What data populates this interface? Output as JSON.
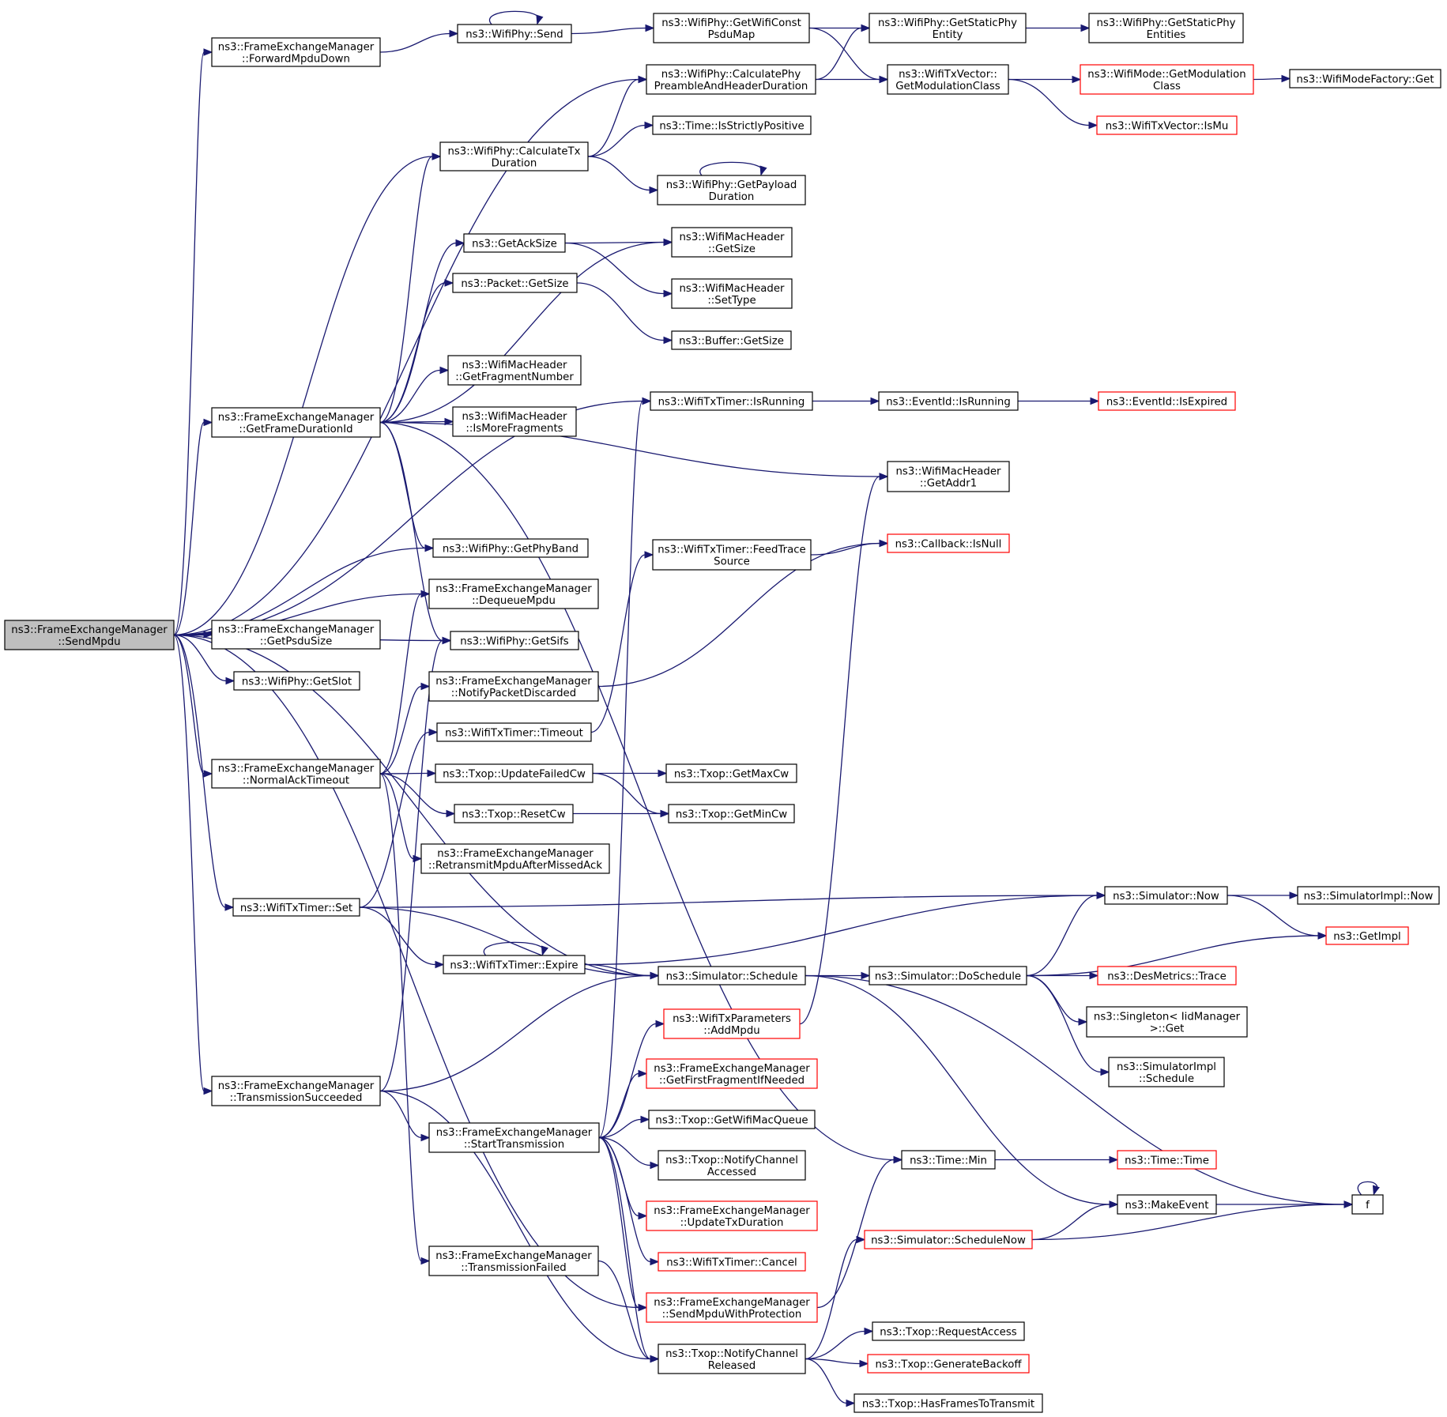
{
  "colors": {
    "edge": "#191970",
    "node_border": "#000000",
    "node_border_external": "#ff0000",
    "root_fill": "#bfbfbf"
  },
  "nodes": [
    {
      "id": "sendmpdu",
      "lines": [
        "ns3::FrameExchangeManager",
        "::SendMpdu"
      ],
      "style": "root"
    },
    {
      "id": "forwardmpdudown",
      "lines": [
        "ns3::FrameExchangeManager",
        "::ForwardMpduDown"
      ]
    },
    {
      "id": "getframedurationid",
      "lines": [
        "ns3::FrameExchangeManager",
        "::GetFrameDurationId"
      ]
    },
    {
      "id": "getpsdusize",
      "lines": [
        "ns3::FrameExchangeManager",
        "::GetPsduSize"
      ]
    },
    {
      "id": "getslot",
      "lines": [
        "ns3::WifiPhy::GetSlot"
      ]
    },
    {
      "id": "normalacktimeout",
      "lines": [
        "ns3::FrameExchangeManager",
        "::NormalAckTimeout"
      ]
    },
    {
      "id": "txtimer_set",
      "lines": [
        "ns3::WifiTxTimer::Set"
      ]
    },
    {
      "id": "transmissionsucceeded",
      "lines": [
        "ns3::FrameExchangeManager",
        "::TransmissionSucceeded"
      ]
    },
    {
      "id": "phy_send",
      "lines": [
        "ns3::WifiPhy::Send"
      ]
    },
    {
      "id": "calctxduration",
      "lines": [
        "ns3::WifiPhy::CalculateTx",
        "Duration"
      ]
    },
    {
      "id": "getacksize",
      "lines": [
        "ns3::GetAckSize"
      ]
    },
    {
      "id": "packet_getsize",
      "lines": [
        "ns3::Packet::GetSize"
      ]
    },
    {
      "id": "getfragmentnumber",
      "lines": [
        "ns3::WifiMacHeader",
        "::GetFragmentNumber"
      ]
    },
    {
      "id": "ismorefragments",
      "lines": [
        "ns3::WifiMacHeader",
        "::IsMoreFragments"
      ]
    },
    {
      "id": "getphyband",
      "lines": [
        "ns3::WifiPhy::GetPhyBand"
      ]
    },
    {
      "id": "dequeuempdu",
      "lines": [
        "ns3::FrameExchangeManager",
        "::DequeueMpdu"
      ]
    },
    {
      "id": "getsifs",
      "lines": [
        "ns3::WifiPhy::GetSifs"
      ]
    },
    {
      "id": "notifypacketdiscarded",
      "lines": [
        "ns3::FrameExchangeManager",
        "::NotifyPacketDiscarded"
      ]
    },
    {
      "id": "txtimer_timeout",
      "lines": [
        "ns3::WifiTxTimer::Timeout"
      ]
    },
    {
      "id": "updatefailedcw",
      "lines": [
        "ns3::Txop::UpdateFailedCw"
      ]
    },
    {
      "id": "resetcw",
      "lines": [
        "ns3::Txop::ResetCw"
      ]
    },
    {
      "id": "retransmitmpdu",
      "lines": [
        "ns3::FrameExchangeManager",
        "::RetransmitMpduAfterMissedAck"
      ]
    },
    {
      "id": "txtimer_expire",
      "lines": [
        "ns3::WifiTxTimer::Expire"
      ]
    },
    {
      "id": "starttransmission",
      "lines": [
        "ns3::FrameExchangeManager",
        "::StartTransmission"
      ]
    },
    {
      "id": "transmissionfailed",
      "lines": [
        "ns3::FrameExchangeManager",
        "::TransmissionFailed"
      ]
    },
    {
      "id": "getwificonstpsdumap",
      "lines": [
        "ns3::WifiPhy::GetWifiConst",
        "PsduMap"
      ]
    },
    {
      "id": "calcpreamble",
      "lines": [
        "ns3::WifiPhy::CalculatePhy",
        "PreambleAndHeaderDuration"
      ]
    },
    {
      "id": "isstrictlypositive",
      "lines": [
        "ns3::Time::IsStrictlyPositive"
      ]
    },
    {
      "id": "getpayloadduration",
      "lines": [
        "ns3::WifiPhy::GetPayload",
        "Duration"
      ]
    },
    {
      "id": "machdr_getsize",
      "lines": [
        "ns3::WifiMacHeader",
        "::GetSize"
      ]
    },
    {
      "id": "machdr_settype",
      "lines": [
        "ns3::WifiMacHeader",
        "::SetType"
      ]
    },
    {
      "id": "buffer_getsize",
      "lines": [
        "ns3::Buffer::GetSize"
      ]
    },
    {
      "id": "txtimer_isrunning",
      "lines": [
        "ns3::WifiTxTimer::IsRunning"
      ]
    },
    {
      "id": "feedtracesource",
      "lines": [
        "ns3::WifiTxTimer::FeedTrace",
        "Source"
      ]
    },
    {
      "id": "gettxopmaxcw",
      "lines": [
        "ns3::Txop::GetMaxCw"
      ]
    },
    {
      "id": "gettxopmincw",
      "lines": [
        "ns3::Txop::GetMinCw"
      ]
    },
    {
      "id": "sim_schedule",
      "lines": [
        "ns3::Simulator::Schedule"
      ]
    },
    {
      "id": "addmpdu",
      "lines": [
        "ns3::WifiTxParameters",
        "::AddMpdu"
      ],
      "style": "red"
    },
    {
      "id": "getfirstfragment",
      "lines": [
        "ns3::FrameExchangeManager",
        "::GetFirstFragmentIfNeeded"
      ],
      "style": "red"
    },
    {
      "id": "getwifimacqueue",
      "lines": [
        "ns3::Txop::GetWifiMacQueue"
      ]
    },
    {
      "id": "notifychannelaccessed",
      "lines": [
        "ns3::Txop::NotifyChannel",
        "Accessed"
      ]
    },
    {
      "id": "updatetxduration",
      "lines": [
        "ns3::FrameExchangeManager",
        "::UpdateTxDuration"
      ],
      "style": "red"
    },
    {
      "id": "txtimer_cancel",
      "lines": [
        "ns3::WifiTxTimer::Cancel"
      ],
      "style": "red"
    },
    {
      "id": "sendmpduwithprotection",
      "lines": [
        "ns3::FrameExchangeManager",
        "::SendMpduWithProtection"
      ],
      "style": "red"
    },
    {
      "id": "notifychannelreleased",
      "lines": [
        "ns3::Txop::NotifyChannel",
        "Released"
      ]
    },
    {
      "id": "getstaticphyentity",
      "lines": [
        "ns3::WifiPhy::GetStaticPhy",
        "Entity"
      ]
    },
    {
      "id": "getmodulationclass_vec",
      "lines": [
        "ns3::WifiTxVector::",
        "GetModulationClass"
      ]
    },
    {
      "id": "eventid_isrunning",
      "lines": [
        "ns3::EventId::IsRunning"
      ]
    },
    {
      "id": "getaddr1",
      "lines": [
        "ns3::WifiMacHeader",
        "::GetAddr1"
      ]
    },
    {
      "id": "callback_isnull",
      "lines": [
        "ns3::Callback::IsNull"
      ],
      "style": "red"
    },
    {
      "id": "sim_doschedule",
      "lines": [
        "ns3::Simulator::DoSchedule"
      ]
    },
    {
      "id": "time_min",
      "lines": [
        "ns3::Time::Min"
      ]
    },
    {
      "id": "sim_schedulenow",
      "lines": [
        "ns3::Simulator::ScheduleNow"
      ],
      "style": "red"
    },
    {
      "id": "requestaccess",
      "lines": [
        "ns3::Txop::RequestAccess"
      ]
    },
    {
      "id": "generatebackoff",
      "lines": [
        "ns3::Txop::GenerateBackoff"
      ],
      "style": "red"
    },
    {
      "id": "hasframestotransmit",
      "lines": [
        "ns3::Txop::HasFramesToTransmit"
      ]
    },
    {
      "id": "getstaticphyentities",
      "lines": [
        "ns3::WifiPhy::GetStaticPhy",
        "Entities"
      ]
    },
    {
      "id": "wifimode_getmodclass",
      "lines": [
        "ns3::WifiMode::GetModulation",
        "Class"
      ],
      "style": "red"
    },
    {
      "id": "txvector_ismu",
      "lines": [
        "ns3::WifiTxVector::IsMu"
      ],
      "style": "red"
    },
    {
      "id": "eventid_isexpired",
      "lines": [
        "ns3::EventId::IsExpired"
      ],
      "style": "red"
    },
    {
      "id": "sim_now",
      "lines": [
        "ns3::Simulator::Now"
      ]
    },
    {
      "id": "getimpl",
      "lines": [
        "ns3::GetImpl"
      ],
      "style": "red"
    },
    {
      "id": "desmetrics_trace",
      "lines": [
        "ns3::DesMetrics::Trace"
      ],
      "style": "red"
    },
    {
      "id": "singleton_get",
      "lines": [
        "ns3::Singleton< IidManager",
        " >::Get"
      ]
    },
    {
      "id": "simimpl_schedule",
      "lines": [
        "ns3::SimulatorImpl",
        "::Schedule"
      ]
    },
    {
      "id": "time_time",
      "lines": [
        "ns3::Time::Time"
      ],
      "style": "red"
    },
    {
      "id": "makeevent",
      "lines": [
        "ns3::MakeEvent"
      ]
    },
    {
      "id": "wifimodefactory_get",
      "lines": [
        "ns3::WifiModeFactory::Get"
      ]
    },
    {
      "id": "simimpl_now",
      "lines": [
        "ns3::SimulatorImpl::Now"
      ]
    },
    {
      "id": "f",
      "lines": [
        "f"
      ]
    }
  ],
  "edges": [
    [
      "sendmpdu",
      "forwardmpdudown"
    ],
    [
      "sendmpdu",
      "calcpreamble"
    ],
    [
      "sendmpdu",
      "calctxduration"
    ],
    [
      "sendmpdu",
      "txtimer_isrunning"
    ],
    [
      "sendmpdu",
      "getframedurationid"
    ],
    [
      "sendmpdu",
      "getphyband"
    ],
    [
      "sendmpdu",
      "dequeuempdu"
    ],
    [
      "sendmpdu",
      "getpsdusize"
    ],
    [
      "sendmpdu",
      "getslot"
    ],
    [
      "sendmpdu",
      "getsifs"
    ],
    [
      "sendmpdu",
      "normalacktimeout"
    ],
    [
      "sendmpdu",
      "txtimer_set"
    ],
    [
      "sendmpdu",
      "sim_schedule"
    ],
    [
      "sendmpdu",
      "transmissionsucceeded"
    ],
    [
      "sendmpdu",
      "sendmpduwithprotection"
    ],
    [
      "forwardmpdudown",
      "phy_send"
    ],
    [
      "phy_send",
      "phy_send"
    ],
    [
      "phy_send",
      "getwificonstpsdumap"
    ],
    [
      "getwificonstpsdumap",
      "getstaticphyentity"
    ],
    [
      "getwificonstpsdumap",
      "getmodulationclass_vec"
    ],
    [
      "getstaticphyentity",
      "getstaticphyentities"
    ],
    [
      "calcpreamble",
      "getstaticphyentity"
    ],
    [
      "calcpreamble",
      "getmodulationclass_vec"
    ],
    [
      "getmodulationclass_vec",
      "wifimode_getmodclass"
    ],
    [
      "getmodulationclass_vec",
      "txvector_ismu"
    ],
    [
      "wifimode_getmodclass",
      "wifimodefactory_get"
    ],
    [
      "calctxduration",
      "calcpreamble"
    ],
    [
      "calctxduration",
      "isstrictlypositive"
    ],
    [
      "calctxduration",
      "getpayloadduration"
    ],
    [
      "getpayloadduration",
      "getpayloadduration"
    ],
    [
      "getframedurationid",
      "calctxduration"
    ],
    [
      "getframedurationid",
      "machdr_getsize"
    ],
    [
      "getframedurationid",
      "getacksize"
    ],
    [
      "getframedurationid",
      "packet_getsize"
    ],
    [
      "getframedurationid",
      "getfragmentnumber"
    ],
    [
      "getframedurationid",
      "ismorefragments"
    ],
    [
      "getframedurationid",
      "getaddr1"
    ],
    [
      "getframedurationid",
      "getphyband"
    ],
    [
      "getframedurationid",
      "getsifs"
    ],
    [
      "getframedurationid",
      "time_min"
    ],
    [
      "getacksize",
      "machdr_getsize"
    ],
    [
      "getacksize",
      "machdr_settype"
    ],
    [
      "packet_getsize",
      "buffer_getsize"
    ],
    [
      "txtimer_isrunning",
      "eventid_isrunning"
    ],
    [
      "eventid_isrunning",
      "eventid_isexpired"
    ],
    [
      "feedtracesource",
      "callback_isnull"
    ],
    [
      "normalacktimeout",
      "dequeuempdu"
    ],
    [
      "normalacktimeout",
      "notifypacketdiscarded"
    ],
    [
      "normalacktimeout",
      "updatefailedcw"
    ],
    [
      "normalacktimeout",
      "resetcw"
    ],
    [
      "normalacktimeout",
      "retransmitmpdu"
    ],
    [
      "normalacktimeout",
      "transmissionfailed"
    ],
    [
      "notifypacketdiscarded",
      "callback_isnull"
    ],
    [
      "txtimer_timeout",
      "feedtracesource"
    ],
    [
      "updatefailedcw",
      "gettxopmaxcw"
    ],
    [
      "updatefailedcw",
      "gettxopmincw"
    ],
    [
      "resetcw",
      "gettxopmincw"
    ],
    [
      "txtimer_set",
      "txtimer_timeout"
    ],
    [
      "txtimer_set",
      "sim_now"
    ],
    [
      "txtimer_set",
      "txtimer_expire"
    ],
    [
      "txtimer_set",
      "sim_schedule"
    ],
    [
      "txtimer_expire",
      "txtimer_expire"
    ],
    [
      "txtimer_expire",
      "sim_now"
    ],
    [
      "txtimer_expire",
      "sim_schedule"
    ],
    [
      "sim_schedule",
      "sim_doschedule"
    ],
    [
      "sim_schedule",
      "makeevent"
    ],
    [
      "sim_schedule",
      "f"
    ],
    [
      "sim_doschedule",
      "sim_now"
    ],
    [
      "sim_doschedule",
      "getimpl"
    ],
    [
      "sim_doschedule",
      "desmetrics_trace"
    ],
    [
      "sim_doschedule",
      "singleton_get"
    ],
    [
      "sim_doschedule",
      "simimpl_schedule"
    ],
    [
      "sim_now",
      "simimpl_now"
    ],
    [
      "sim_now",
      "getimpl"
    ],
    [
      "transmissionsucceeded",
      "getsifs"
    ],
    [
      "transmissionsucceeded",
      "sim_schedule"
    ],
    [
      "transmissionsucceeded",
      "starttransmission"
    ],
    [
      "transmissionsucceeded",
      "notifychannelreleased"
    ],
    [
      "starttransmission",
      "txtimer_isrunning"
    ],
    [
      "starttransmission",
      "addmpdu"
    ],
    [
      "starttransmission",
      "getfirstfragment"
    ],
    [
      "starttransmission",
      "getwifimacqueue"
    ],
    [
      "starttransmission",
      "notifychannelaccessed"
    ],
    [
      "starttransmission",
      "updatetxduration"
    ],
    [
      "starttransmission",
      "txtimer_cancel"
    ],
    [
      "starttransmission",
      "sendmpduwithprotection"
    ],
    [
      "starttransmission",
      "notifychannelreleased"
    ],
    [
      "addmpdu",
      "getaddr1"
    ],
    [
      "transmissionfailed",
      "notifychannelreleased"
    ],
    [
      "sendmpduwithprotection",
      "time_min"
    ],
    [
      "time_min",
      "time_time"
    ],
    [
      "notifychannelreleased",
      "sim_schedulenow"
    ],
    [
      "notifychannelreleased",
      "requestaccess"
    ],
    [
      "notifychannelreleased",
      "generatebackoff"
    ],
    [
      "notifychannelreleased",
      "hasframestotransmit"
    ],
    [
      "sim_schedulenow",
      "makeevent"
    ],
    [
      "sim_schedulenow",
      "f"
    ],
    [
      "makeevent",
      "f"
    ],
    [
      "f",
      "f"
    ]
  ]
}
